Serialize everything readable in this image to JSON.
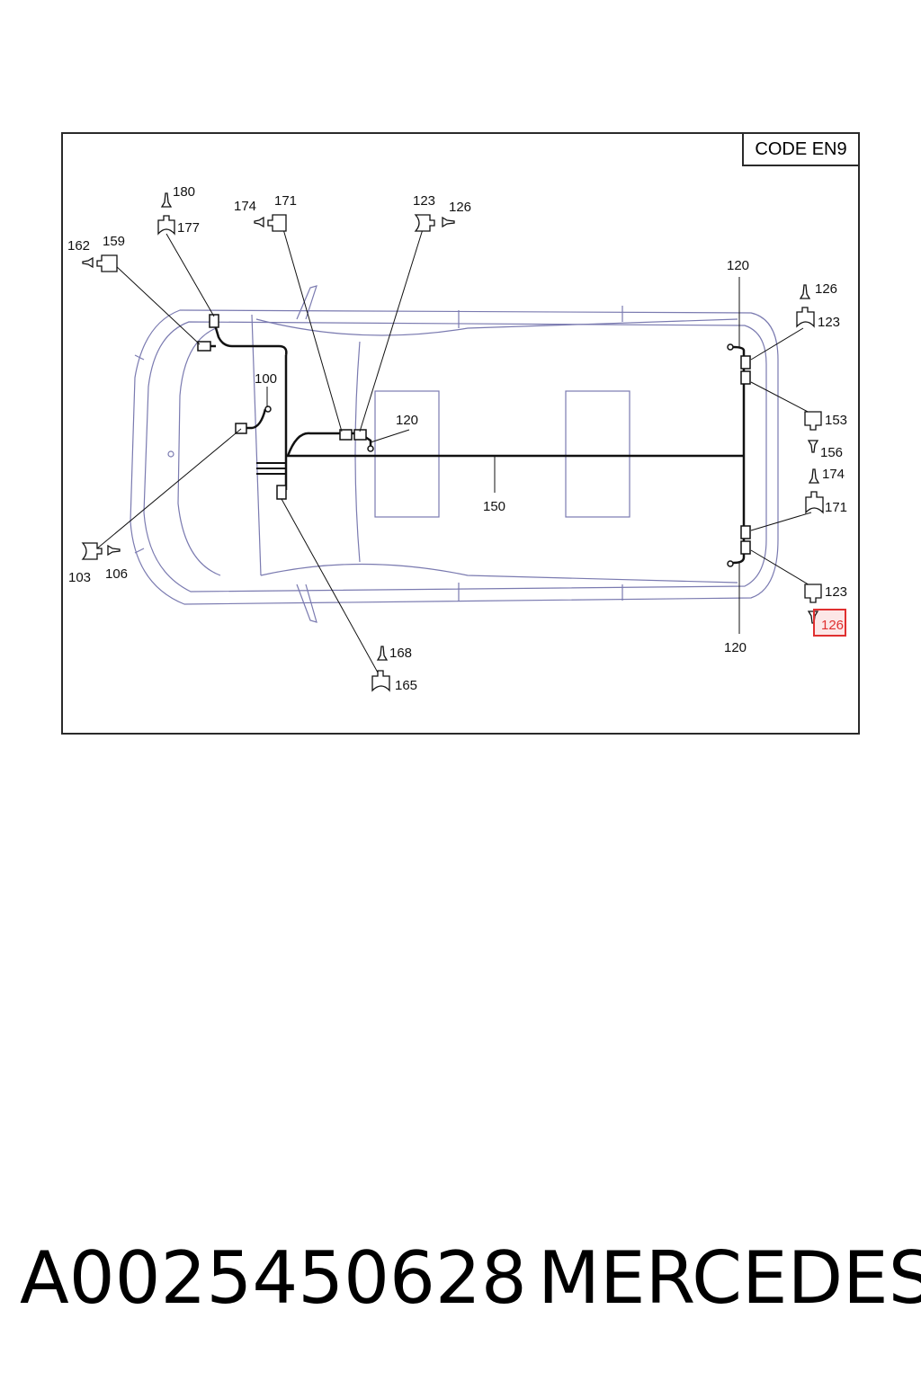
{
  "code_label": "CODE EN9",
  "footer": {
    "part_number": "A0025450628",
    "brand": "MERCEDES"
  },
  "harness_label": "150",
  "callouts": [
    {
      "id": "180",
      "text": "180"
    },
    {
      "id": "177",
      "text": "177"
    },
    {
      "id": "174a",
      "text": "174"
    },
    {
      "id": "171a",
      "text": "171"
    },
    {
      "id": "123a",
      "text": "123"
    },
    {
      "id": "126a",
      "text": "126"
    },
    {
      "id": "162",
      "text": "162"
    },
    {
      "id": "159",
      "text": "159"
    },
    {
      "id": "100",
      "text": "100"
    },
    {
      "id": "120a",
      "text": "120"
    },
    {
      "id": "120b",
      "text": "120"
    },
    {
      "id": "126b",
      "text": "126"
    },
    {
      "id": "123b",
      "text": "123"
    },
    {
      "id": "153",
      "text": "153"
    },
    {
      "id": "156",
      "text": "156"
    },
    {
      "id": "174b",
      "text": "174"
    },
    {
      "id": "171b",
      "text": "171"
    },
    {
      "id": "123c",
      "text": "123"
    },
    {
      "id": "126c",
      "text": "126"
    },
    {
      "id": "120c",
      "text": "120"
    },
    {
      "id": "103",
      "text": "103"
    },
    {
      "id": "106",
      "text": "106"
    },
    {
      "id": "168",
      "text": "168"
    },
    {
      "id": "165",
      "text": "165"
    }
  ],
  "highlight": {
    "target": "126c",
    "color": "#e03030"
  },
  "colors": {
    "car_outline": "#7a7ab0",
    "wire": "#111111",
    "frame": "#2a2a2a"
  }
}
